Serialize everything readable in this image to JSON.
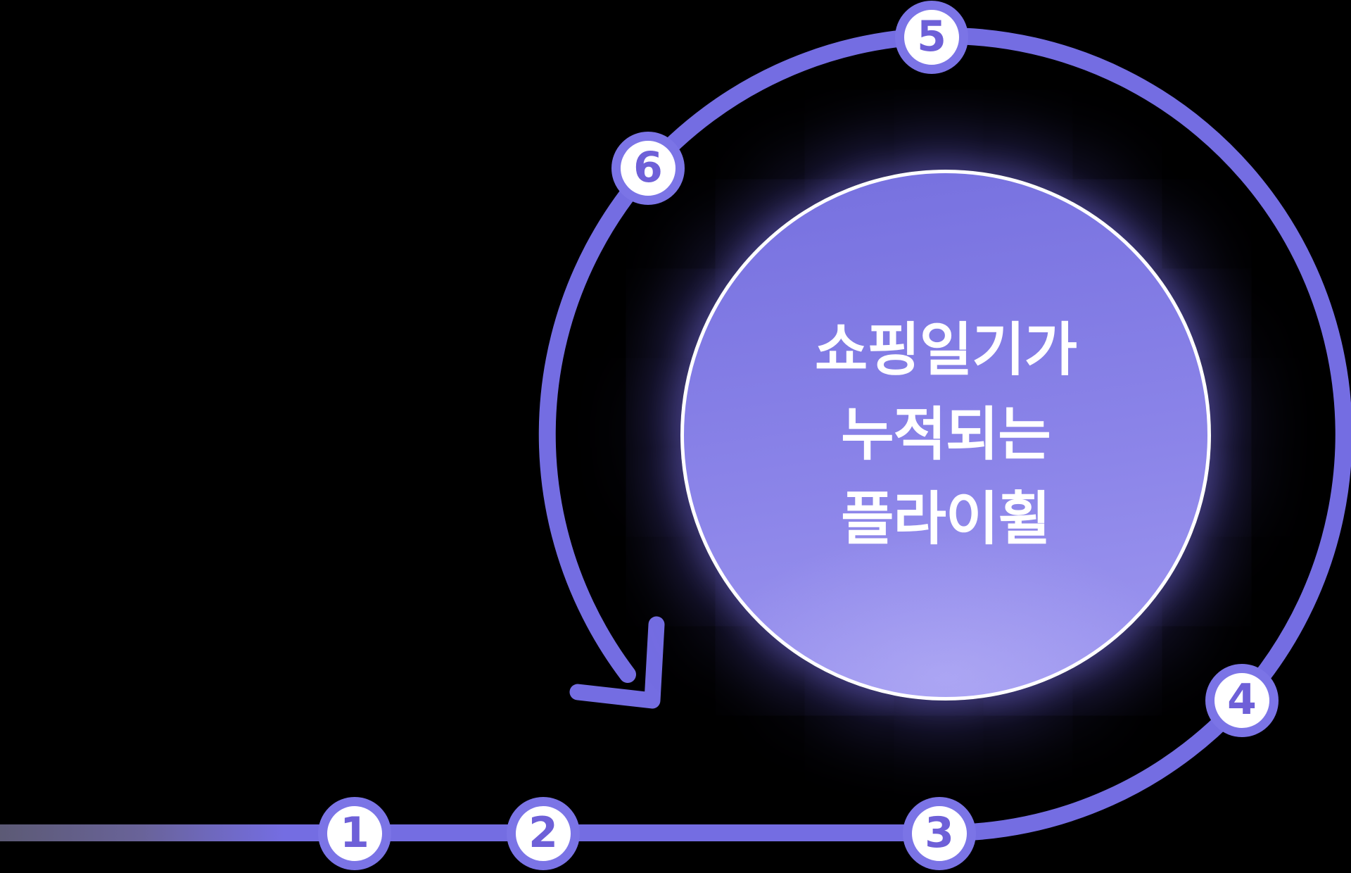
{
  "diagram": {
    "type": "flywheel-cycle",
    "title_lines": [
      "쇼핑일기가",
      "누적되는",
      "플라이휠"
    ],
    "title_full": "쇼핑일기가 누적되는 플라이휠",
    "steps": [
      {
        "label": "1"
      },
      {
        "label": "2"
      },
      {
        "label": "3"
      },
      {
        "label": "4"
      },
      {
        "label": "5"
      },
      {
        "label": "6"
      }
    ],
    "colors": {
      "background": "#000000",
      "track": "#746DE2",
      "track_fade_start": "#5C5A75",
      "node_ring": "#7B74E6",
      "node_fill": "#FFFFFF",
      "step_number": "#6E60D8",
      "center_circle_top": "#7872E0",
      "center_circle_bottom": "#9F98F0",
      "center_circle_border": "#FFFFFF",
      "center_glow": "#6A5FE2",
      "title_text": "#FFFFFF"
    }
  }
}
